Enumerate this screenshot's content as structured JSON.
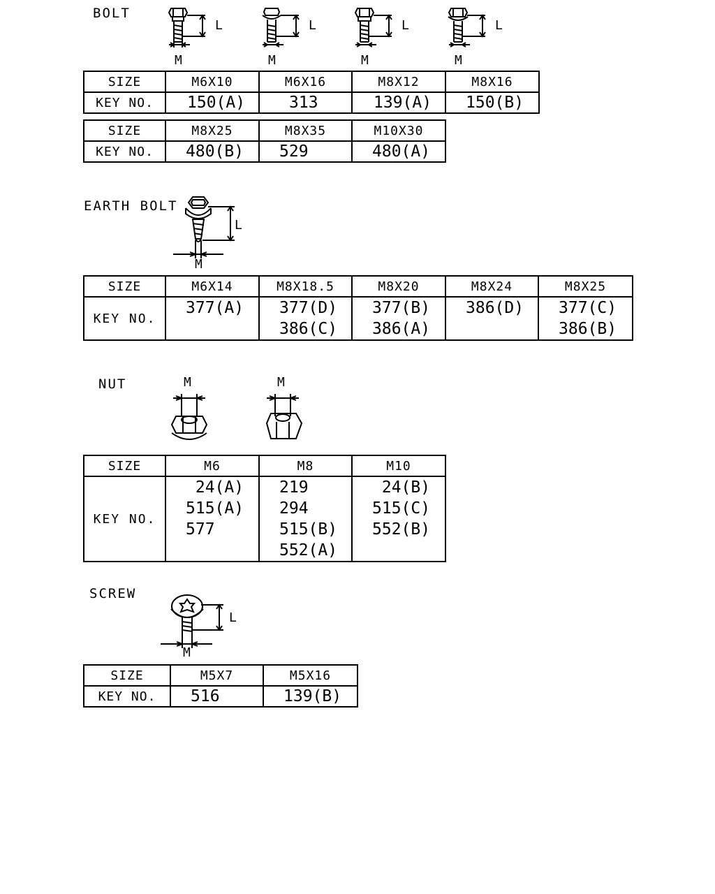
{
  "sections": {
    "bolt": {
      "title": "BOLT",
      "dim_l": "L",
      "dim_m": "M",
      "table1": {
        "row_labels": [
          "SIZE",
          "KEY NO."
        ],
        "sizes": [
          "M6X10",
          "M6X16",
          "M8X12",
          "M8X16"
        ],
        "keys": [
          "150(A)",
          "313",
          "139(A)",
          "150(B)"
        ]
      },
      "table2": {
        "row_labels": [
          "SIZE",
          "KEY NO."
        ],
        "sizes": [
          "M8X25",
          "M8X35",
          "M10X30"
        ],
        "keys": [
          "480(B)",
          "529",
          "480(A)"
        ]
      }
    },
    "earth_bolt": {
      "title": "EARTH BOLT",
      "dim_l": "L",
      "dim_m": "M",
      "table": {
        "row_labels": [
          "SIZE",
          "KEY NO."
        ],
        "sizes": [
          "M6X14",
          "M8X18.5",
          "M8X20",
          "M8X24",
          "M8X25"
        ],
        "keys": [
          [
            "377(A)"
          ],
          [
            "377(D)",
            "386(C)"
          ],
          [
            "377(B)",
            "386(A)"
          ],
          [
            "386(D)"
          ],
          [
            "377(C)",
            "386(B)"
          ]
        ]
      }
    },
    "nut": {
      "title": "NUT",
      "dim_m": "M",
      "table": {
        "row_labels": [
          "SIZE",
          "KEY NO."
        ],
        "sizes": [
          "M6",
          "M8",
          "M10"
        ],
        "keys": [
          [
            " 24(A)",
            "515(A)",
            "577"
          ],
          [
            "219",
            "294",
            "515(B)",
            "552(A)"
          ],
          [
            " 24(B)",
            "515(C)",
            "552(B)"
          ]
        ]
      }
    },
    "screw": {
      "title": "SCREW",
      "dim_l": "L",
      "dim_m": "M",
      "table": {
        "row_labels": [
          "SIZE",
          "KEY NO."
        ],
        "sizes": [
          "M5X7",
          "M5X16"
        ],
        "keys": [
          "516",
          "139(B)"
        ]
      }
    }
  }
}
